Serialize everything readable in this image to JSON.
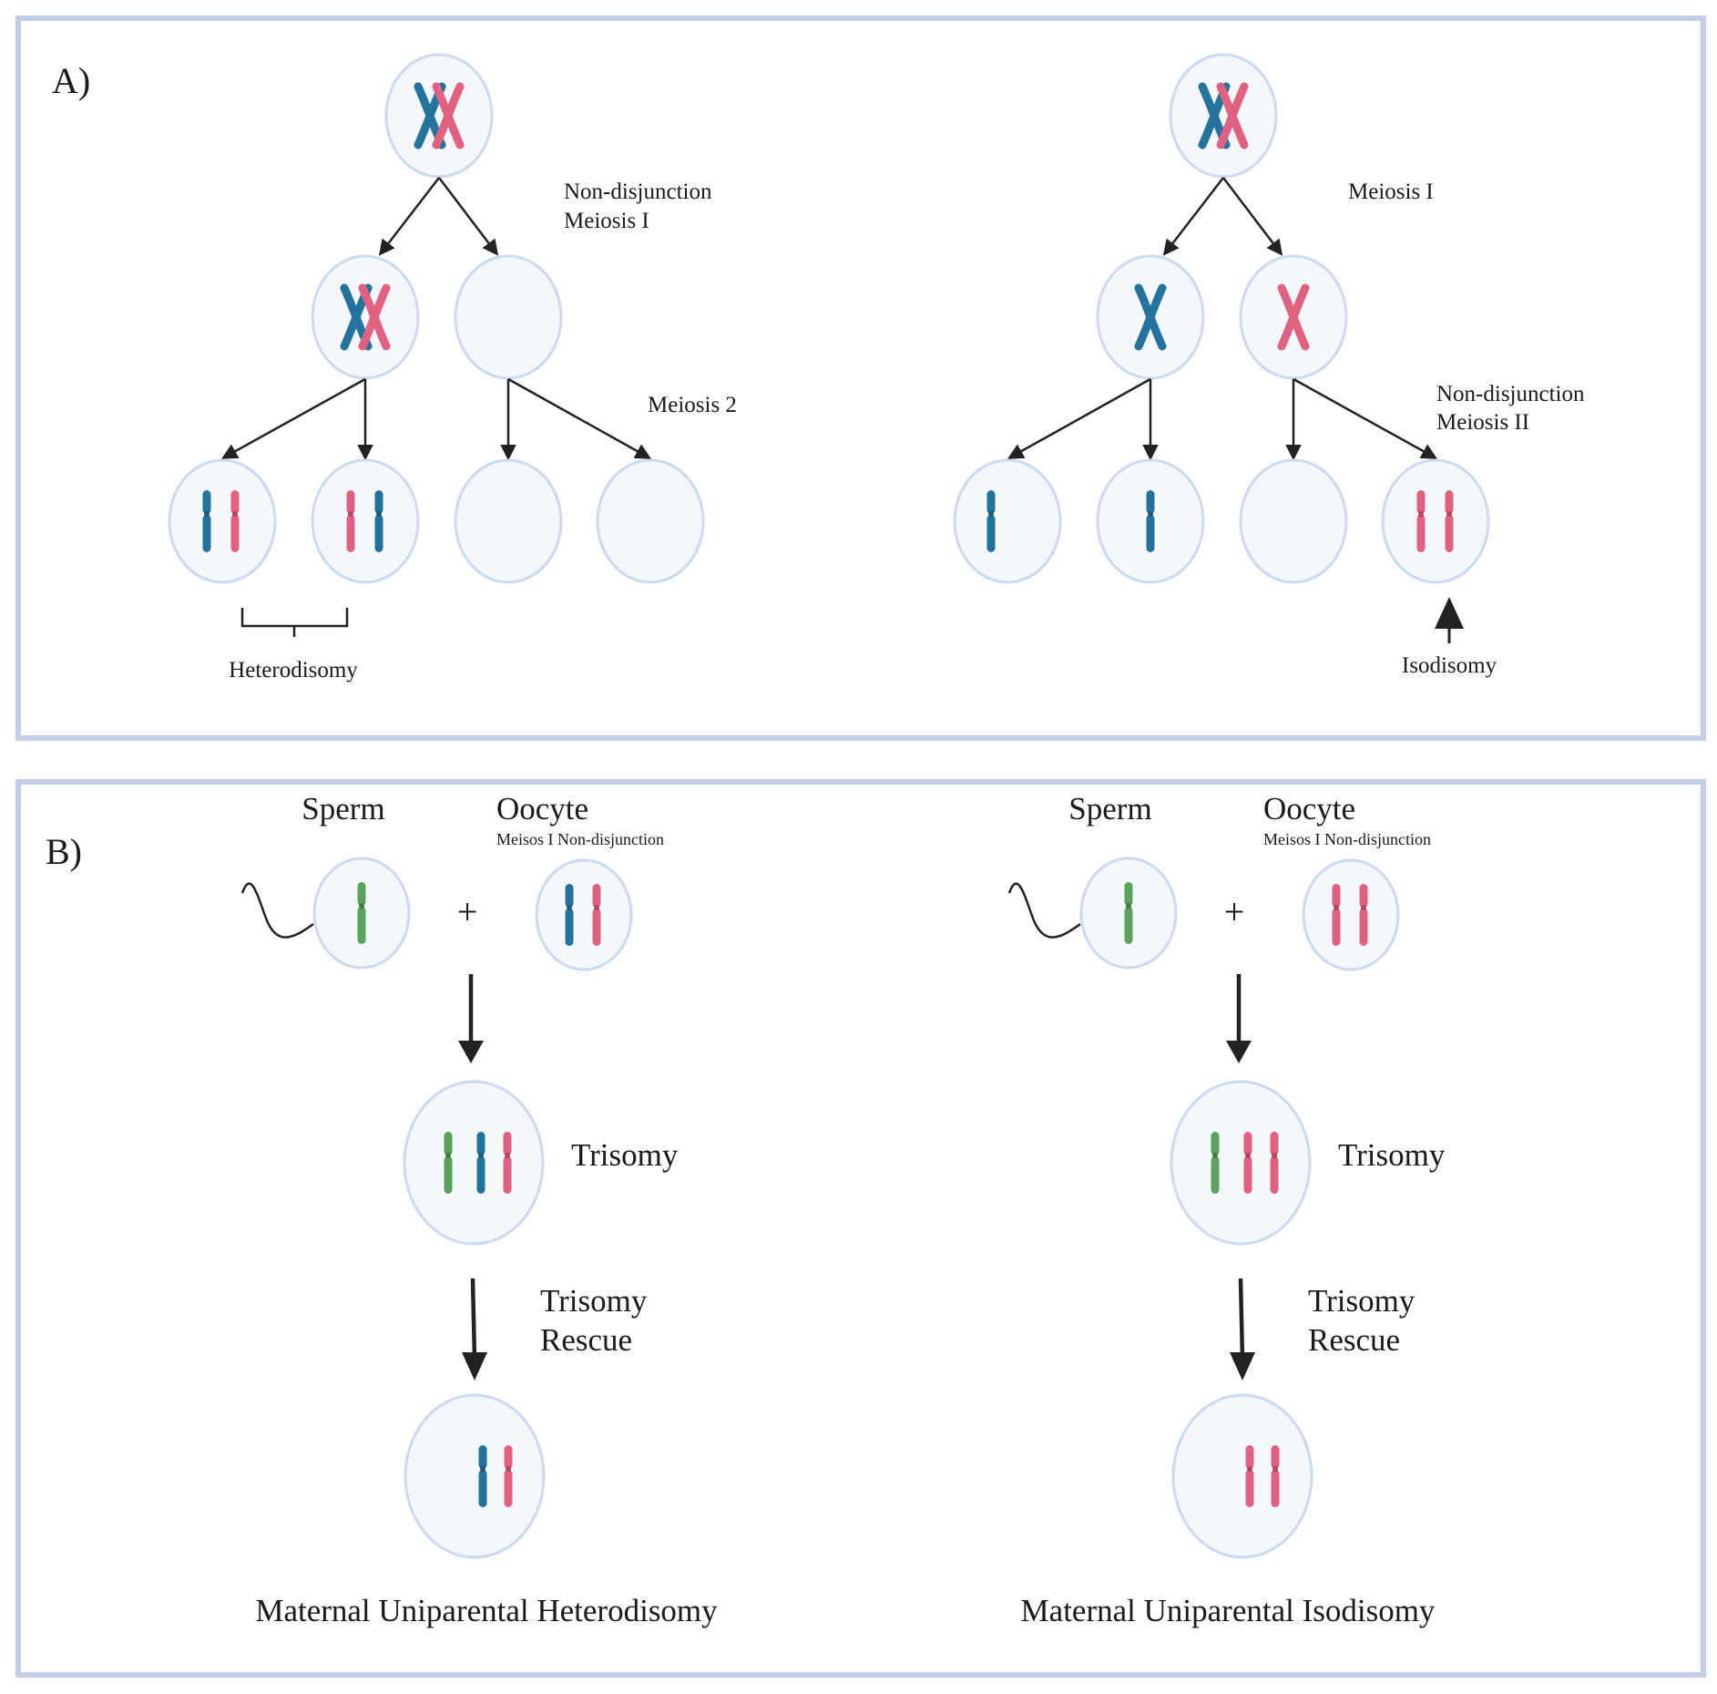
{
  "panel_a": {
    "label": "A)",
    "left": {
      "step1_line1": "Non-disjunction",
      "step1_line2": "Meiosis I",
      "step2": "Meiosis 2",
      "result": "Heterodisomy"
    },
    "right": {
      "step1": "Meiosis I",
      "step2_line1": "Non-disjunction",
      "step2_line2": "Meiosis II",
      "result": "Isodisomy"
    }
  },
  "panel_b": {
    "label": "B)",
    "left": {
      "sperm": "Sperm",
      "oocyte": "Oocyte",
      "oocyte_note": "Meisos I Non-disjunction",
      "plus": "+",
      "trisomy": "Trisomy",
      "rescue_line1": "Trisomy",
      "rescue_line2": "Rescue",
      "outcome": "Maternal Uniparental Heterodisomy"
    },
    "right": {
      "sperm": "Sperm",
      "oocyte": "Oocyte",
      "oocyte_note": "Meisos I Non-disjunction",
      "plus": "+",
      "trisomy": "Trisomy",
      "rescue_line1": "Trisomy",
      "rescue_line2": "Rescue",
      "outcome": "Maternal Uniparental Isodisomy"
    }
  },
  "colors": {
    "panel_border": "#c3cfe8",
    "cell_fill": "#f4f7fc",
    "cell_stroke": "#cdd9ef",
    "blue_chromosome": "#23739e",
    "pink_chromosome": "#e06280",
    "green_chromosome": "#5aa35a",
    "arrow": "#222222"
  }
}
